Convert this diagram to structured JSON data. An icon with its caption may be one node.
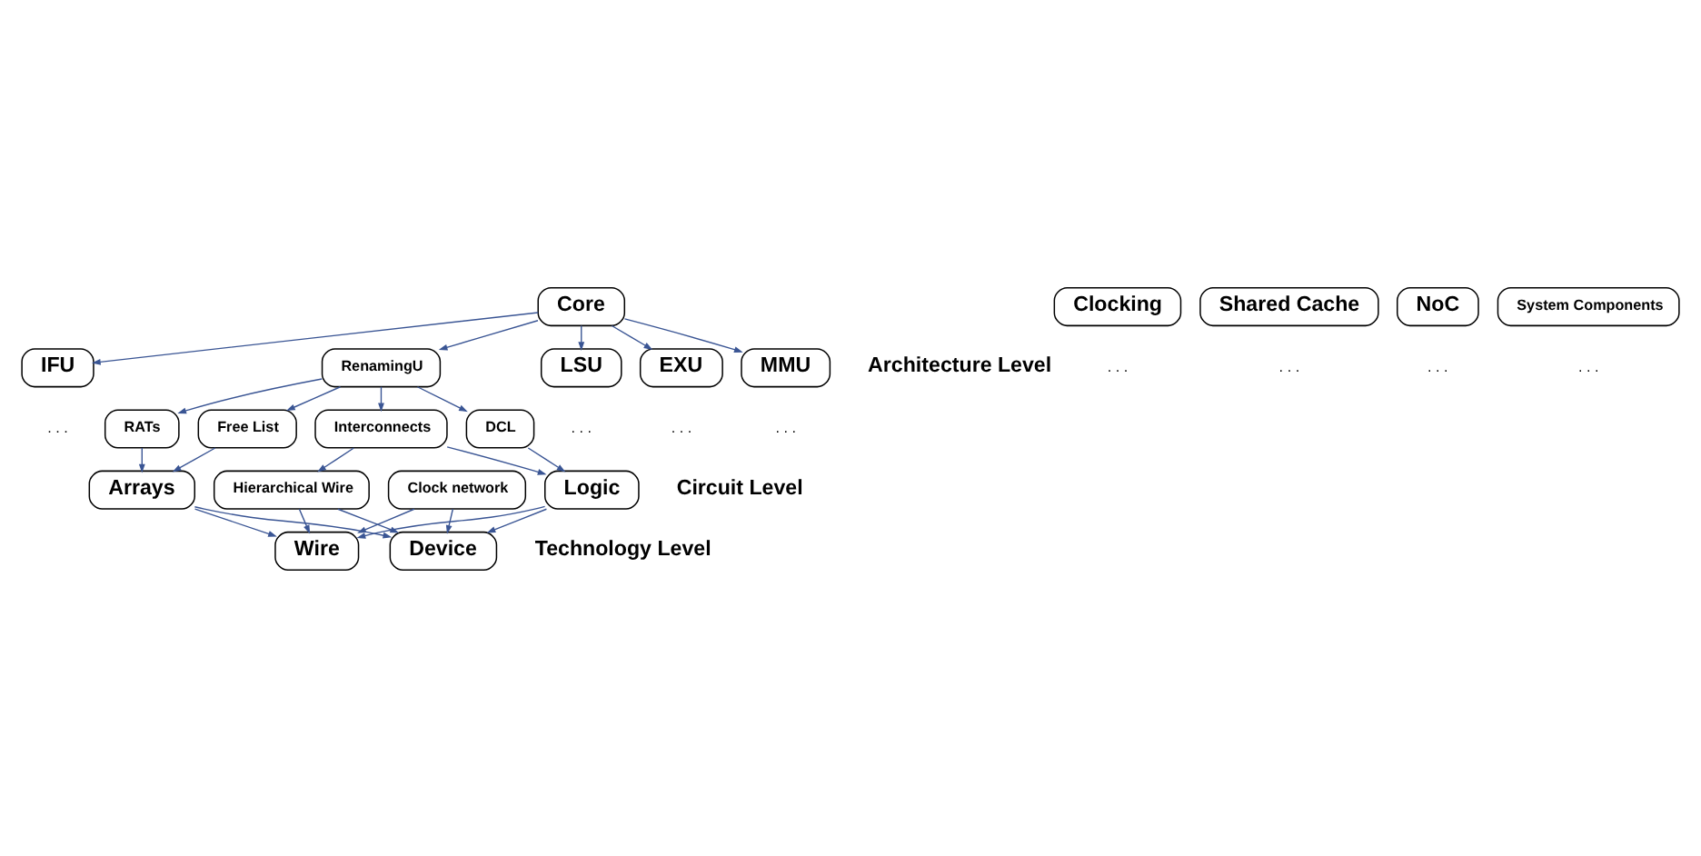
{
  "diagram": {
    "nodes": [
      {
        "text": [
          "Core"
        ]
      },
      {
        "text": [
          "Clocking"
        ],
        "beside": [
          ". . ."
        ]
      },
      {
        "text": [
          "Shared Cache"
        ],
        "beside": [
          ". . ."
        ]
      },
      {
        "text": [
          "NoC"
        ],
        "beside": [
          ". . ."
        ]
      },
      {
        "text": [
          "System Components"
        ],
        "beside": [
          ". . ."
        ]
      },
      {
        "text": [
          "IFU"
        ],
        "beside": [
          ". . ."
        ]
      },
      {
        "text": [
          "RenamingU"
        ]
      },
      {
        "text": [
          "LSU"
        ],
        "beside": [
          ". . ."
        ]
      },
      {
        "text": [
          "EXU"
        ],
        "beside": [
          ". . ."
        ]
      },
      {
        "text": [
          "MMU"
        ],
        "beside": [
          ". . ."
        ]
      },
      {
        "text": [
          "RATs"
        ]
      },
      {
        "text": [
          "Free List"
        ]
      },
      {
        "text": [
          "DCL"
        ]
      },
      {
        "text": [
          "Interconnects"
        ]
      },
      {
        "text": [
          "Arrays"
        ]
      },
      {
        "text": [
          "Logic"
        ]
      },
      {
        "text": [
          "Hierarchical Wire"
        ]
      },
      {
        "text": [
          "Clock network"
        ]
      },
      {
        "text": [
          "Device"
        ]
      },
      {
        "text": [
          "Wire"
        ]
      }
    ],
    "edges": [
      {
        "from": 0,
        "to": 5,
        "arrow": "to"
      },
      {
        "from": 0,
        "to": 6,
        "arrow": "to"
      },
      {
        "from": 0,
        "to": 7,
        "arrow": "to"
      },
      {
        "from": 0,
        "to": 8,
        "arrow": "to"
      },
      {
        "from": 0,
        "to": 9,
        "arrow": "to"
      },
      {
        "from": 6,
        "to": 10,
        "arrow": "to"
      },
      {
        "from": 6,
        "to": 11,
        "arrow": "to"
      },
      {
        "from": 6,
        "to": 12,
        "arrow": "to"
      },
      {
        "from": 6,
        "to": 13,
        "arrow": "to"
      },
      {
        "from": 10,
        "to": 14,
        "arrow": "to"
      },
      {
        "from": 11,
        "to": 14,
        "arrow": "to"
      },
      {
        "from": 12,
        "to": 15,
        "arrow": "to"
      },
      {
        "from": 13,
        "to": 15,
        "arrow": "to"
      },
      {
        "from": 13,
        "to": 16,
        "arrow": "to"
      },
      {
        "from": 14,
        "to": 18,
        "arrow": "to"
      },
      {
        "from": 14,
        "to": 19,
        "arrow": "to"
      },
      {
        "from": 15,
        "to": 18,
        "arrow": "to"
      },
      {
        "from": 15,
        "to": 19,
        "arrow": "to"
      },
      {
        "from": 16,
        "to": 18,
        "arrow": "to"
      },
      {
        "from": 16,
        "to": 19,
        "arrow": "to"
      },
      {
        "from": 17,
        "to": 18,
        "arrow": "to"
      },
      {
        "from": 17,
        "to": 19,
        "arrow": "to"
      }
    ],
    "labels": [
      "Architecture Level",
      "Circuit Level",
      "Technology Level"
    ]
  }
}
